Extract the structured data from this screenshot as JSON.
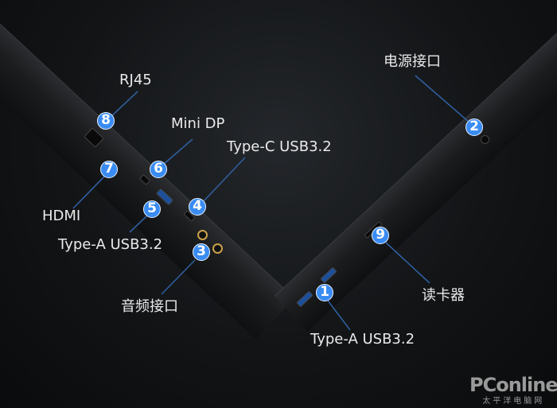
{
  "callouts": [
    {
      "number": "1",
      "label": "Type-A USB3.2"
    },
    {
      "number": "2",
      "label": "电源接口"
    },
    {
      "number": "3",
      "label": "音频接口"
    },
    {
      "number": "4",
      "label": "Type-C USB3.2"
    },
    {
      "number": "5",
      "label": "Type-A USB3.2"
    },
    {
      "number": "6",
      "label": "Mini DP"
    },
    {
      "number": "7",
      "label": "HDMI"
    },
    {
      "number": "8",
      "label": "RJ45"
    },
    {
      "number": "9",
      "label": "读卡器"
    }
  ],
  "watermark": {
    "brand": "PConline",
    "tagline": "太平洋电脑网"
  },
  "colors": {
    "badge": "#3a8cf2",
    "line": "#2f5e9e"
  }
}
